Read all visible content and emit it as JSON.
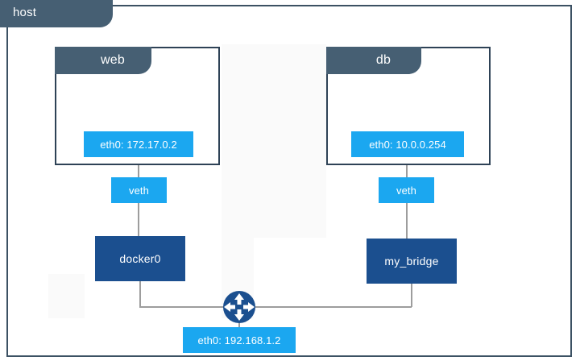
{
  "diagram": {
    "host": {
      "label": "host",
      "eth0": {
        "label": "eth0: 192.168.1.2"
      },
      "router_icon_name": "network-router-icon"
    },
    "containers": [
      {
        "name": "web",
        "eth0": "eth0: 172.17.0.2",
        "veth": "veth",
        "bridge": "docker0"
      },
      {
        "name": "db",
        "eth0": "eth0: 10.0.0.254",
        "veth": "veth",
        "bridge": "my_bridge"
      }
    ],
    "bridges": [
      {
        "label": "docker0"
      },
      {
        "label": "my_bridge"
      }
    ],
    "colors": {
      "frame_border": "#3c5163",
      "tab_fill": "#465f73",
      "interface_fill": "#1ba7f0",
      "bridge_fill": "#1b4f8f",
      "line": "#9d9d9d",
      "background": "#ffffff"
    }
  }
}
